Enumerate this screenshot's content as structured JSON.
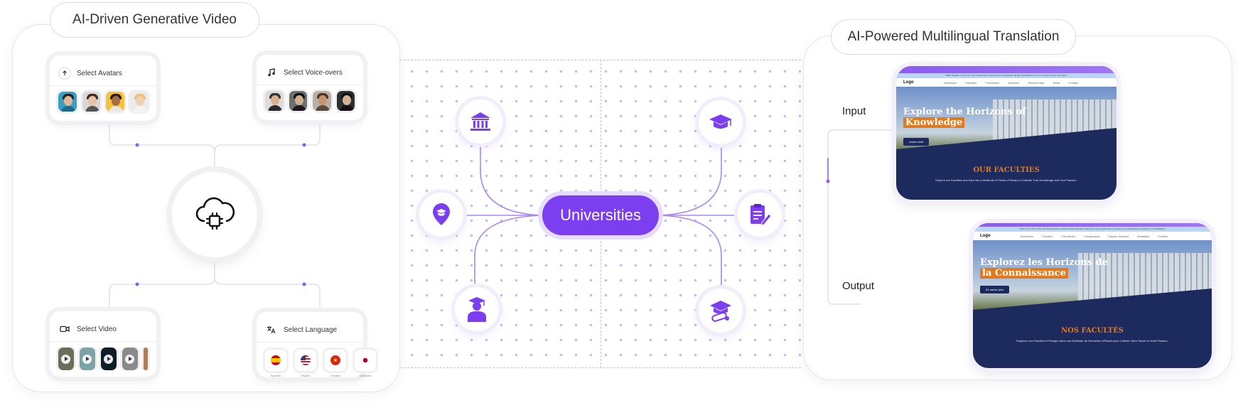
{
  "left_panel": {
    "title": "AI-Driven Generative Video",
    "cards": {
      "avatars": {
        "label": "Select Avatars",
        "icon": "upload-circle-icon"
      },
      "voiceovers": {
        "label": "Select Voice-overs",
        "icon": "music-note-icon"
      },
      "video": {
        "label": "Select Video",
        "icon": "video-camera-icon"
      },
      "language": {
        "label": "Select Language",
        "icon": "translate-icon",
        "flags": [
          {
            "label": "Spanish",
            "icon": "spain-flag-icon"
          },
          {
            "label": "English",
            "icon": "usa-flag-icon"
          },
          {
            "label": "Chinese",
            "icon": "vietnam-flag-icon"
          },
          {
            "label": "Japanese",
            "icon": "japan-flag-icon"
          }
        ]
      }
    },
    "center_icon": "cloud-chip-icon"
  },
  "middle": {
    "hub_label": "Universities",
    "nodes": [
      {
        "name": "institution-icon"
      },
      {
        "name": "graduation-cap-icon"
      },
      {
        "name": "location-education-icon"
      },
      {
        "name": "document-edit-icon"
      },
      {
        "name": "graduate-student-icon"
      },
      {
        "name": "diploma-cap-icon"
      }
    ],
    "accent": "#7b3fef"
  },
  "right_panel": {
    "title": "AI-Powered Multilingual Translation",
    "input_label": "Input",
    "output_label": "Output",
    "input_site": {
      "banner": "NEW! Register now for our next Virtual Open House! See our programs, faculty, and facilities from the comfort of your own home.",
      "logo": "Logo",
      "nav": [
        "Admission",
        "Faculties",
        "Formations",
        "Teachers",
        "Student Help",
        "News",
        "Contact"
      ],
      "hero_line1": "Explore the Horizons of",
      "hero_line2": "Knowledge",
      "button": "Learn more",
      "section_title": "OUR FACULTIES",
      "section_text": "Explore our Faculties and Dive into a Multitude of Fields of Study to Cultivate Your Knowledge and Your Passion."
    },
    "output_site": {
      "banner": "Venez nous voir à notre prochaine journée portes ouvertes virtuelle ! Découvrez nos programmes, rencontrez nos professeurs et explorez nos installations",
      "logo": "Logo",
      "nav": [
        "Admission",
        "Facultés",
        "Formations",
        "Enseignants",
        "Espace étudiant",
        "Actualités",
        "Contact"
      ],
      "hero_line1": "Explorez les Horizons de",
      "hero_line2": "la Connaissance",
      "button": "En savoir plus",
      "section_title": "NOS FACULTÉS",
      "section_text": "Explorez nos Facultés et Plongez dans une Multitude de Domaines d'Études pour Cultiver Votre Savoir et Votre Passion."
    }
  }
}
